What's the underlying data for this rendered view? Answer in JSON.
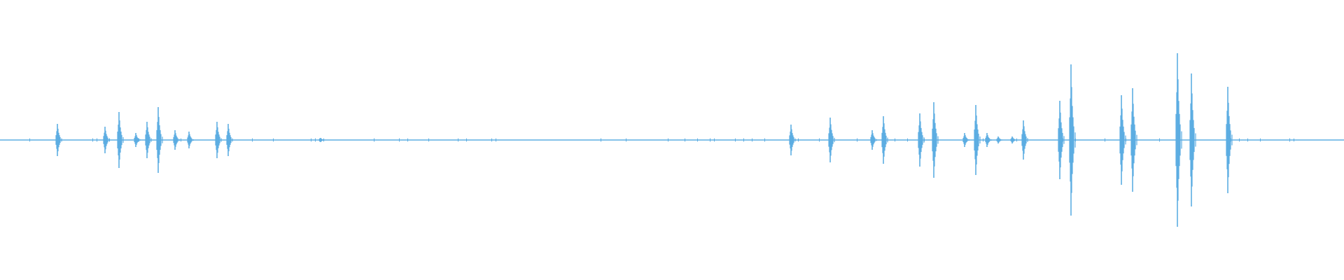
{
  "waveform": {
    "color": "#5DADE2",
    "background": "#ffffff",
    "amplitude_range": [
      -1,
      1
    ],
    "bucket_count": 480,
    "noise_floor": 0.006,
    "peaks": [
      {
        "bucket": 20,
        "amp": 0.115
      },
      {
        "bucket": 37,
        "amp": 0.095
      },
      {
        "bucket": 42,
        "amp": 0.2
      },
      {
        "bucket": 48,
        "amp": 0.05
      },
      {
        "bucket": 52,
        "amp": 0.13
      },
      {
        "bucket": 56,
        "amp": 0.235
      },
      {
        "bucket": 62,
        "amp": 0.07
      },
      {
        "bucket": 67,
        "amp": 0.06
      },
      {
        "bucket": 77,
        "amp": 0.13
      },
      {
        "bucket": 81,
        "amp": 0.115
      },
      {
        "bucket": 114,
        "amp": 0.015
      },
      {
        "bucket": 282,
        "amp": 0.11
      },
      {
        "bucket": 296,
        "amp": 0.16
      },
      {
        "bucket": 311,
        "amp": 0.07
      },
      {
        "bucket": 315,
        "amp": 0.17
      },
      {
        "bucket": 328,
        "amp": 0.19
      },
      {
        "bucket": 333,
        "amp": 0.27
      },
      {
        "bucket": 344,
        "amp": 0.05
      },
      {
        "bucket": 348,
        "amp": 0.25
      },
      {
        "bucket": 352,
        "amp": 0.05
      },
      {
        "bucket": 356,
        "amp": 0.025
      },
      {
        "bucket": 361,
        "amp": 0.025
      },
      {
        "bucket": 365,
        "amp": 0.14
      },
      {
        "bucket": 378,
        "amp": 0.28
      },
      {
        "bucket": 382,
        "amp": 0.54
      },
      {
        "bucket": 400,
        "amp": 0.32
      },
      {
        "bucket": 404,
        "amp": 0.37
      },
      {
        "bucket": 420,
        "amp": 0.62
      },
      {
        "bucket": 425,
        "amp": 0.475
      },
      {
        "bucket": 438,
        "amp": 0.38
      }
    ]
  }
}
